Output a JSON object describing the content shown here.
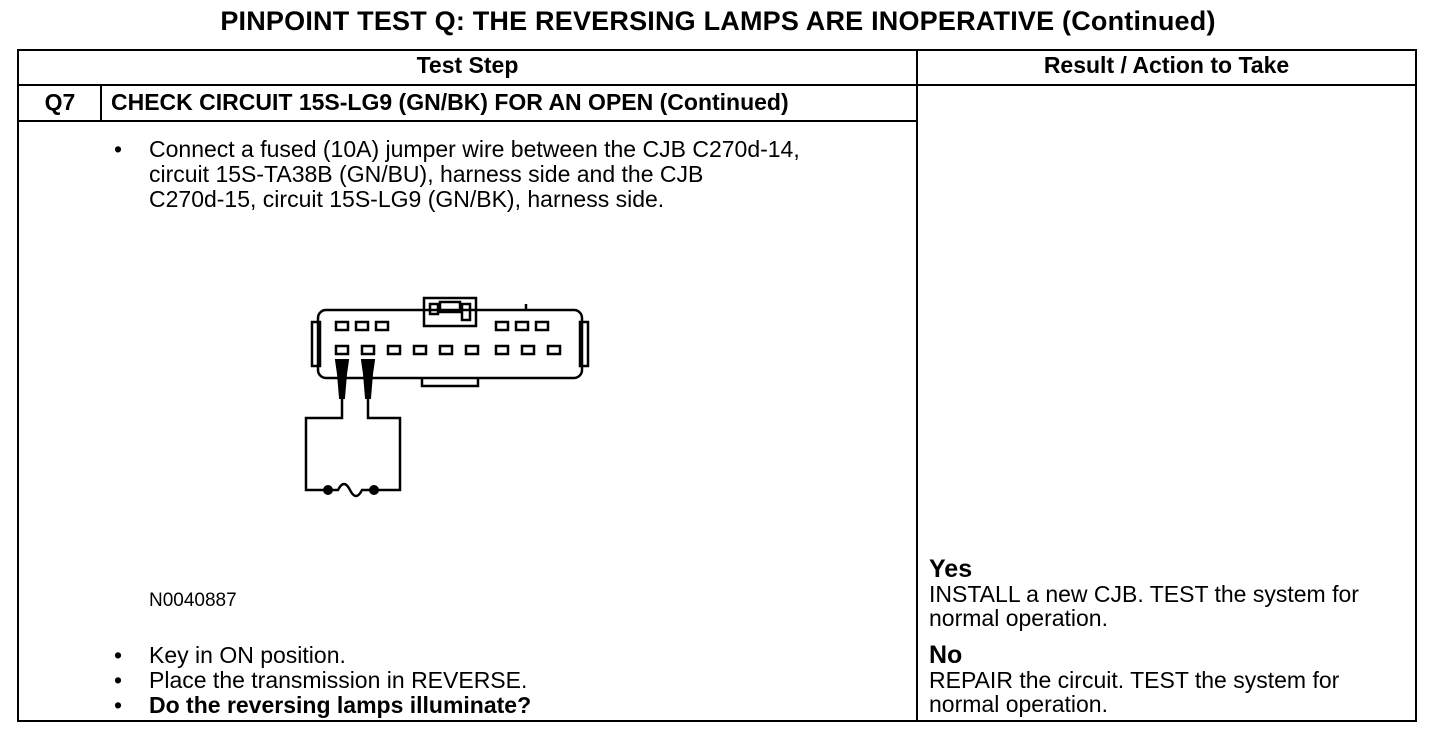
{
  "page": {
    "title": "PINPOINT TEST Q: THE REVERSING LAMPS ARE INOPERATIVE (Continued)"
  },
  "table": {
    "headers": {
      "test_step": "Test Step",
      "result": "Result / Action to Take"
    },
    "step": {
      "id": "Q7",
      "title": "CHECK CIRCUIT 15S-LG9 (GN/BK) FOR AN OPEN (Continued)",
      "instructions_before_figure": [
        {
          "bullet": "•",
          "lines": [
            "Connect a fused (10A) jumper wire between the CJB C270d-14,",
            "circuit 15S-TA38B (GN/BU), harness side and the CJB",
            "C270d-15, circuit 15S-LG9 (GN/BK), harness side."
          ]
        }
      ],
      "figure": {
        "id": "N0040887",
        "icon": "connector-jumper-wire-diagram-icon"
      },
      "instructions_after_figure": [
        {
          "bullet": "•",
          "text": "Key in ON position.",
          "bold": false
        },
        {
          "bullet": "•",
          "text": "Place the transmission in REVERSE.",
          "bold": false
        },
        {
          "bullet": "•",
          "text": "Do the reversing lamps illuminate?",
          "bold": true
        }
      ]
    },
    "results": [
      {
        "answer": "Yes",
        "lines": [
          "INSTALL a new CJB. TEST the system for",
          "normal operation."
        ]
      },
      {
        "answer": "No",
        "lines": [
          "REPAIR the circuit. TEST the system for",
          "normal operation."
        ]
      }
    ]
  }
}
